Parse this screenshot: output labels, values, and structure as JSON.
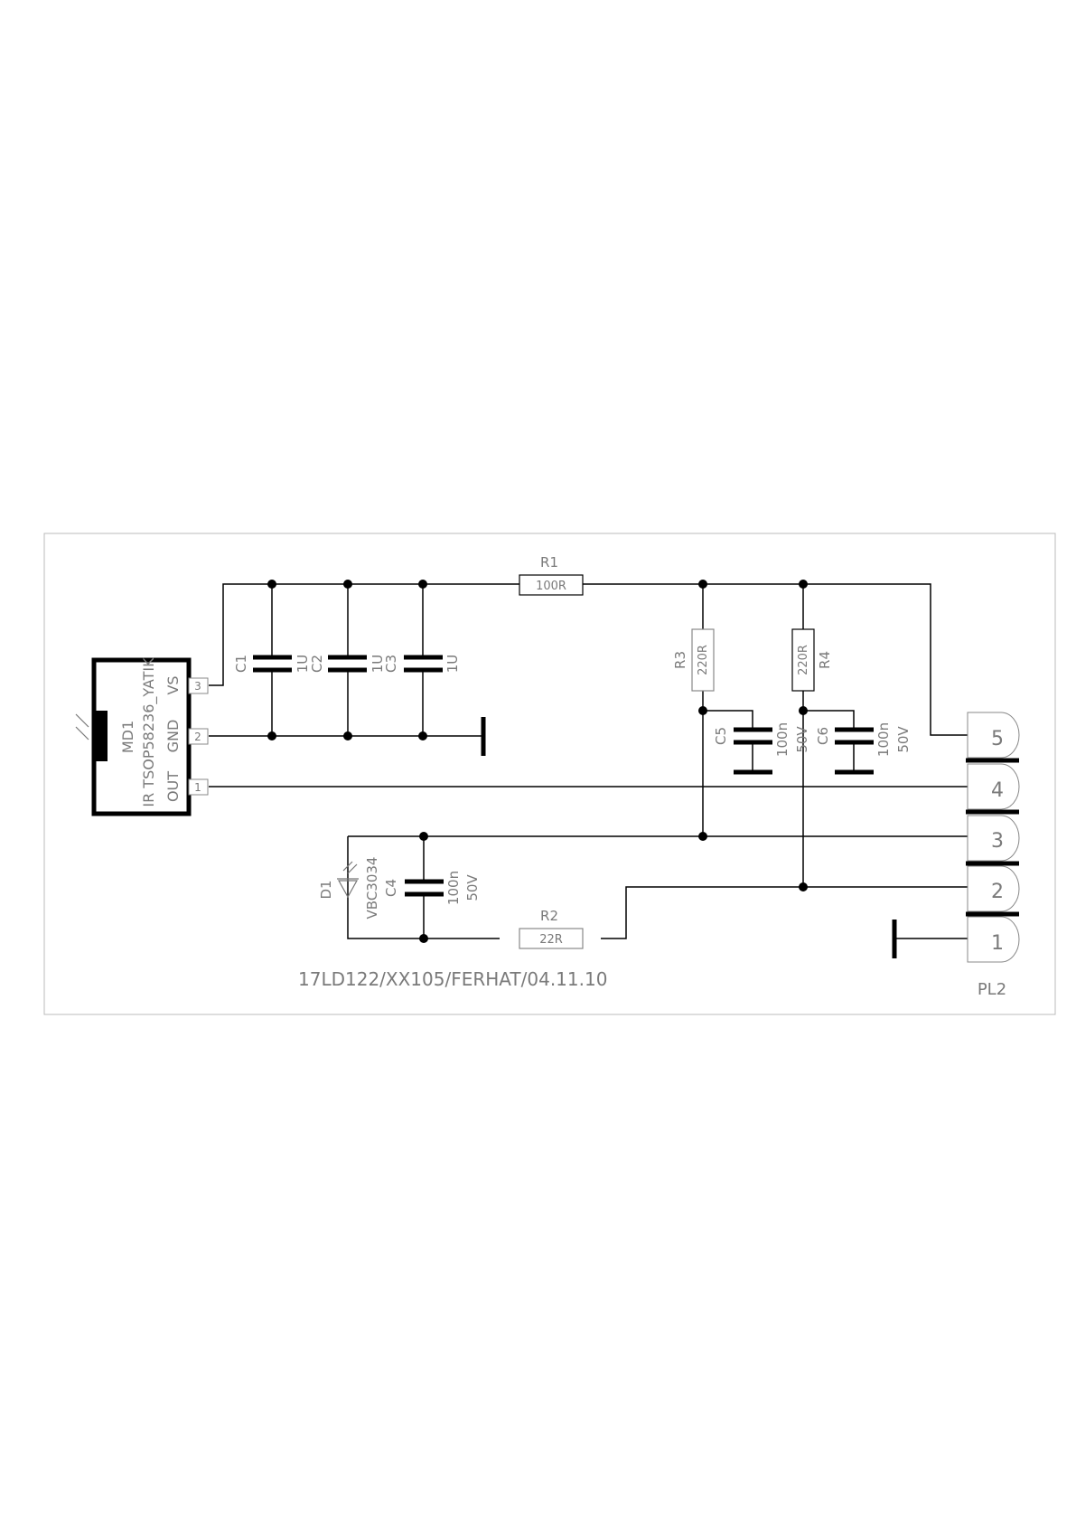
{
  "module": {
    "ref": "MD1",
    "part": "IR TSOP58236_YATIK",
    "pins": [
      {
        "num": "3",
        "name": "VS"
      },
      {
        "num": "2",
        "name": "GND"
      },
      {
        "num": "1",
        "name": "OUT"
      }
    ]
  },
  "capacitors": [
    {
      "ref": "C1",
      "value": "1U"
    },
    {
      "ref": "C2",
      "value": "1U"
    },
    {
      "ref": "C3",
      "value": "1U"
    },
    {
      "ref": "C4",
      "value": "100n",
      "voltage": "50V"
    },
    {
      "ref": "C5",
      "value": "100n",
      "voltage": "50V"
    },
    {
      "ref": "C6",
      "value": "100n",
      "voltage": "50V"
    }
  ],
  "resistors": [
    {
      "ref": "R1",
      "value": "100R"
    },
    {
      "ref": "R2",
      "value": "22R"
    },
    {
      "ref": "R3",
      "value": "220R"
    },
    {
      "ref": "R4",
      "value": "220R"
    }
  ],
  "led": {
    "ref": "D1",
    "part": "VBC3034"
  },
  "connector": {
    "ref": "PL2",
    "pins": [
      "5",
      "4",
      "3",
      "2",
      "1"
    ]
  },
  "title_block": "17LD122/XX105/FERHAT/04.11.10"
}
